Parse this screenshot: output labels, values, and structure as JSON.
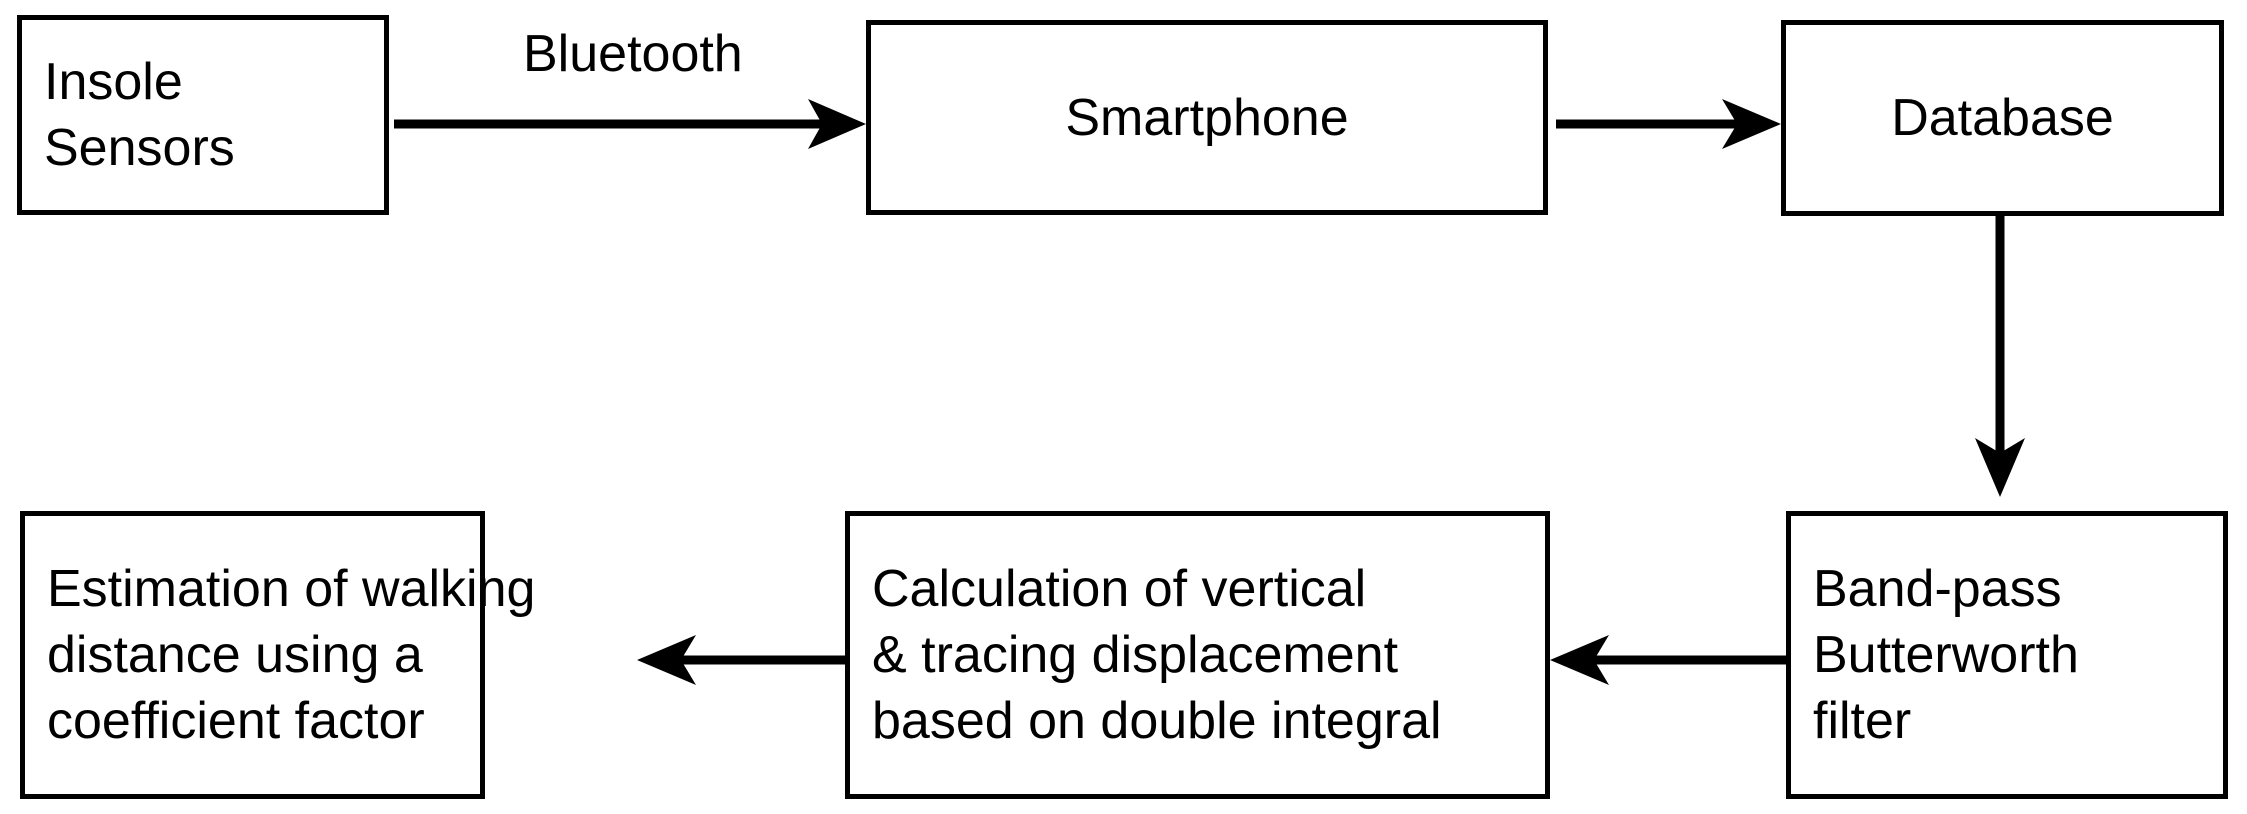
{
  "diagram": {
    "title": "Walking distance estimation pipeline flowchart",
    "background_color": "#ffffff",
    "stroke_color": "#000000",
    "nodes": [
      {
        "id": "insole-sensors",
        "lines": [
          "Insole",
          "Sensors"
        ],
        "align": "left"
      },
      {
        "id": "smartphone",
        "lines": [
          "Smartphone"
        ],
        "align": "center"
      },
      {
        "id": "database",
        "lines": [
          "Database"
        ],
        "align": "center"
      },
      {
        "id": "band-pass-butterworth-filter",
        "lines": [
          "Band-pass",
          "Butterworth",
          "filter"
        ],
        "align": "left"
      },
      {
        "id": "calculation-of-displacement",
        "lines": [
          "Calculation of vertical",
          "& tracing displacement",
          "based on double integral"
        ],
        "align": "left"
      },
      {
        "id": "estimation-of-walking-distance",
        "lines": [
          "Estimation of walking",
          "distance using a",
          "coefficient factor"
        ],
        "align": "left"
      }
    ],
    "edges": [
      {
        "id": "insole-to-smartphone",
        "from": "insole-sensors",
        "to": "smartphone",
        "label": "Bluetooth",
        "direction": "right"
      },
      {
        "id": "smartphone-to-database",
        "from": "smartphone",
        "to": "database",
        "label": "",
        "direction": "right"
      },
      {
        "id": "database-to-filter",
        "from": "database",
        "to": "band-pass-butterworth-filter",
        "label": "",
        "direction": "down"
      },
      {
        "id": "filter-to-calculation",
        "from": "band-pass-butterworth-filter",
        "to": "calculation-of-displacement",
        "label": "",
        "direction": "left"
      },
      {
        "id": "calculation-to-estimation",
        "from": "calculation-of-displacement",
        "to": "estimation-of-walking-distance",
        "label": "",
        "direction": "left"
      }
    ],
    "node_text": {
      "insole_line1": "Insole",
      "insole_line2": "Sensors",
      "smartphone_line1": "Smartphone",
      "database_line1": "Database",
      "bandpass_line1": "Band-pass",
      "bandpass_line2": "Butterworth",
      "bandpass_line3": "filter",
      "calculation_line1": "Calculation of vertical",
      "calculation_line2": "& tracing displacement",
      "calculation_line3": "based on double integral",
      "estimation_line1": "Estimation of walking",
      "estimation_line2": "distance using a",
      "estimation_line3": "coefficient factor"
    },
    "edge_text": {
      "bluetooth_label": "Bluetooth"
    }
  }
}
